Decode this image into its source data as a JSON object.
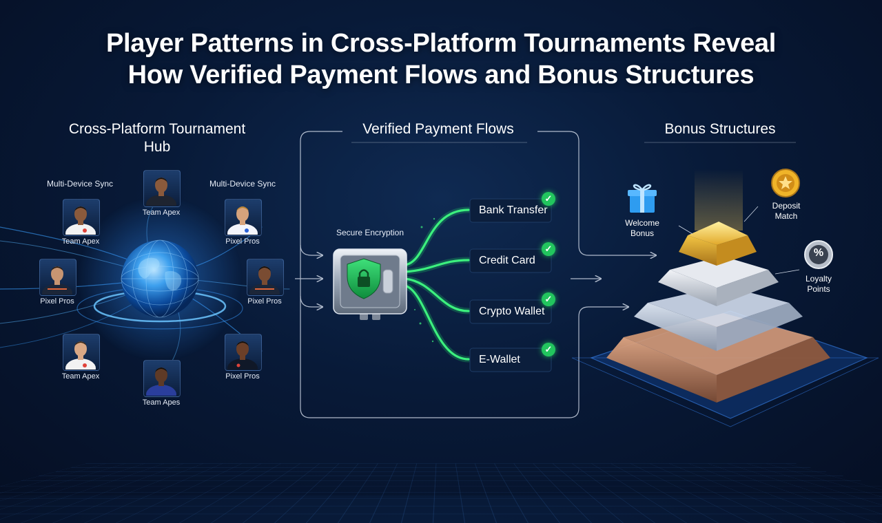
{
  "title": {
    "line1": "Player Patterns in Cross-Platform Tournaments Reveal",
    "line2": "How Verified Payment Flows and Bonus Structures"
  },
  "hub": {
    "heading_line1": "Cross-Platform Tournament",
    "heading_line2": "Hub",
    "sync_labels": [
      "Multi-Device Sync",
      "Multi-Device Sync"
    ],
    "players": [
      {
        "team": "Team Apex",
        "jersey": "#1e2430"
      },
      {
        "team": "Team Apex",
        "jersey": "#f2f2f2"
      },
      {
        "team": "Pixel Pros",
        "jersey": "#f2f4fb"
      },
      {
        "team": "Pixel Pros",
        "jersey": "#1c2638"
      },
      {
        "team": "Pixel Pros",
        "jersey": "#1c2638"
      },
      {
        "team": "Team Apex",
        "jersey": "#f2f2f2"
      },
      {
        "team": "Pixel Pros",
        "jersey": "#101828"
      },
      {
        "team": "Team Apes",
        "jersey": "#2a3e9c"
      }
    ]
  },
  "payments": {
    "heading": "Verified Payment Flows",
    "vault_label": "Secure Encryption",
    "methods": [
      "Bank Transfer",
      "Credit Card",
      "Crypto Wallet",
      "E-Wallet"
    ],
    "flow_color": "#22e06a",
    "check_color": "#22c55e"
  },
  "bonus": {
    "heading": "Bonus Structures",
    "welcome_line1": "Welcome",
    "welcome_line2": "Bonus",
    "deposit_line1": "Deposit",
    "deposit_line2": "Match",
    "loyalty_line1": "Loyalty",
    "loyalty_line2": "Points",
    "percent_symbol": "%",
    "tier_colors": [
      "#f5d04a",
      "#d8dde6",
      "#b9c7db",
      "#b87f5c"
    ]
  }
}
